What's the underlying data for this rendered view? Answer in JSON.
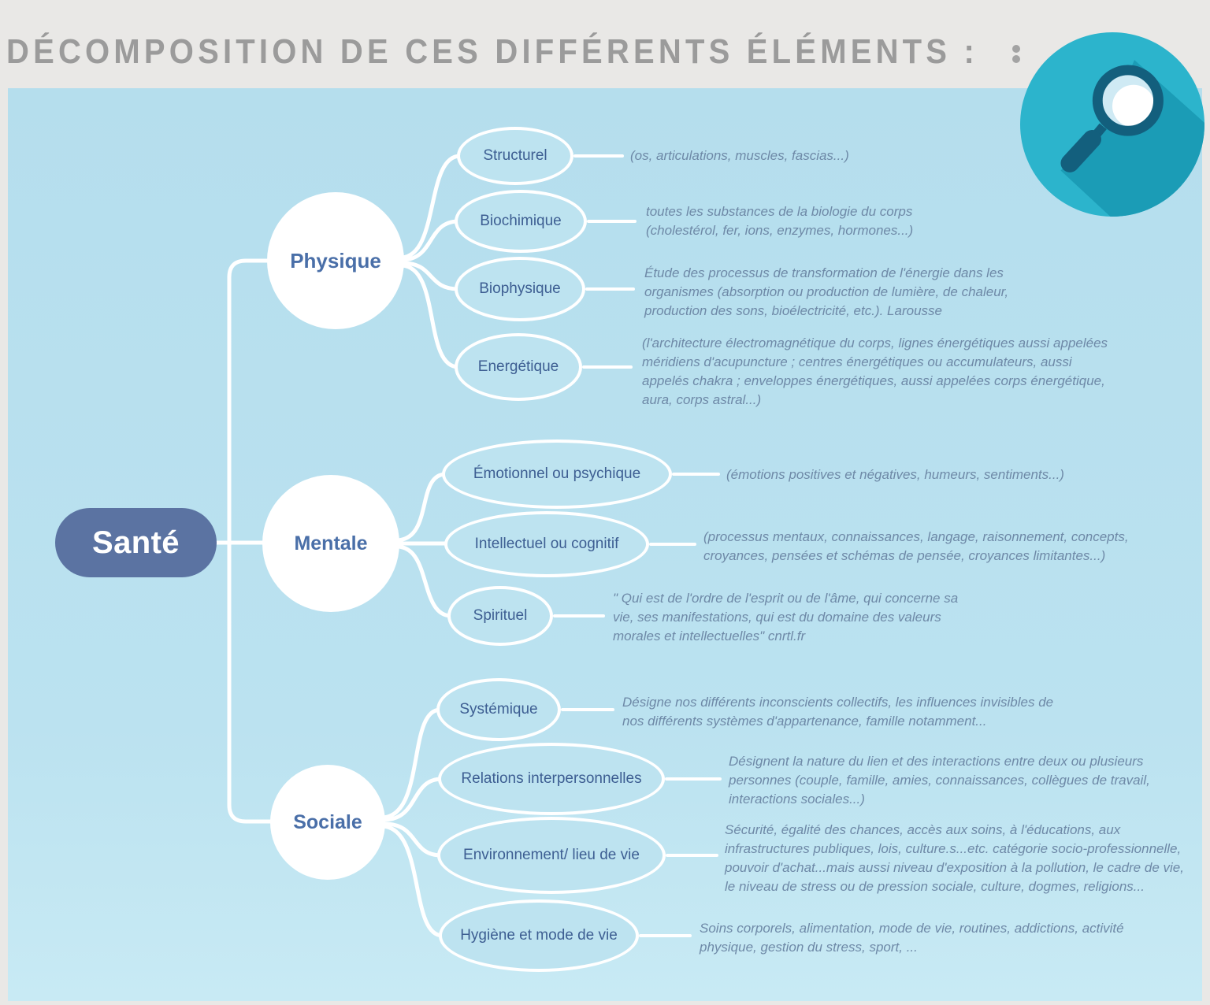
{
  "title": "DÉCOMPOSITION DE CES DIFFÉRENTS ÉLÉMENTS :",
  "root_label": "Santé",
  "branches": [
    {
      "label": "Physique",
      "children": [
        {
          "label": "Structurel",
          "desc": "(os, articulations, muscles, fascias...)"
        },
        {
          "label": "Biochimique",
          "desc": "toutes les substances de la biologie du corps\n(cholestérol, fer, ions, enzymes, hormones...)"
        },
        {
          "label": "Biophysique",
          "desc": "Étude des processus de transformation de l'énergie dans les\norganismes (absorption ou production de lumière, de chaleur,\nproduction des sons, bioélectricité, etc.). Larousse"
        },
        {
          "label": "Energétique",
          "desc": "(l'architecture électromagnétique du corps, lignes énergétiques aussi appelées\nméridiens d'acupuncture ; centres énergétiques ou accumulateurs, aussi\nappelés chakra ; enveloppes énergétiques, aussi appelées corps énergétique,\naura, corps astral...)"
        }
      ]
    },
    {
      "label": "Mentale",
      "children": [
        {
          "label": "Émotionnel ou psychique",
          "desc": "(émotions positives et négatives, humeurs, sentiments...)"
        },
        {
          "label": "Intellectuel ou cognitif",
          "desc": "(processus mentaux, connaissances, langage, raisonnement, concepts,\ncroyances, pensées et schémas de pensée, croyances limitantes...)"
        },
        {
          "label": "Spirituel",
          "desc": "\" Qui est de l'ordre de l'esprit ou de l'âme, qui concerne sa\nvie, ses manifestations, qui est du domaine des valeurs\nmorales et intellectuelles\" cnrtl.fr"
        }
      ]
    },
    {
      "label": "Sociale",
      "children": [
        {
          "label": "Systémique",
          "desc": "Désigne nos différents inconscients collectifs, les influences invisibles de\nnos différents systèmes d'appartenance, famille notamment..."
        },
        {
          "label": "Relations interpersonnelles",
          "desc": "Désignent la nature du lien et des interactions entre deux ou plusieurs\npersonnes (couple, famille, amies, connaissances, collègues de travail,\ninteractions sociales...)"
        },
        {
          "label": "Environnement/ lieu de vie",
          "desc": "Sécurité, égalité des chances, accès aux soins, à l'éducations, aux\ninfrastructures publiques, lois, culture.s...etc. catégorie socio-professionnelle,\npouvoir d'achat...mais aussi niveau d'exposition à la pollution, le cadre de vie,\nle niveau de stress ou de pression sociale, culture, dogmes, religions..."
        },
        {
          "label": "Hygiène et mode de vie",
          "desc": "Soins corporels, alimentation, mode de vie, routines, addictions, activité\nphysique, gestion du stress, sport, ..."
        }
      ]
    }
  ],
  "icons": {
    "magnifier": "magnifier-icon"
  },
  "colors": {
    "page_background": "#e9e8e6",
    "panel_background": "#b9e0ee",
    "root_node": "#5b73a2",
    "node_text": "#3d5e92",
    "branch_text": "#4a6fa8",
    "description_text": "#6e89a7",
    "title_text": "#9b9b9b",
    "connector": "#ffffff",
    "icon_teal": "#2cb4cc",
    "icon_dark_teal": "#135f7d"
  }
}
